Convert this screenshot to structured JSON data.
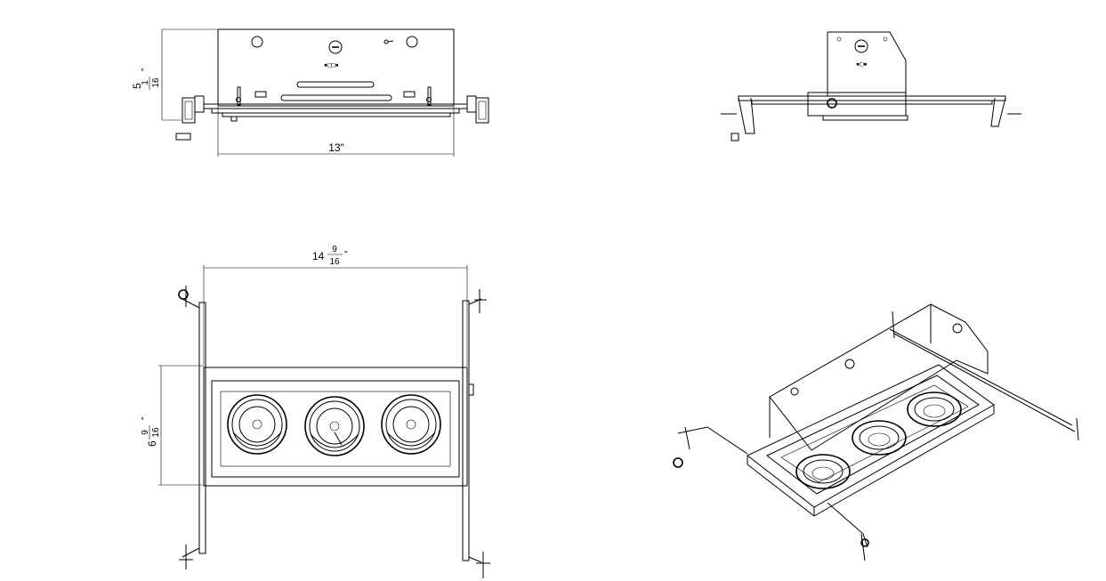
{
  "dimensions": {
    "front_height": {
      "whole": "5",
      "num": "1",
      "den": "16",
      "unit": "\""
    },
    "front_width": {
      "text": "13\""
    },
    "top_width": {
      "whole": "14",
      "num": "9",
      "den": "16",
      "unit": "\""
    },
    "top_height": {
      "whole": "6",
      "num": "9",
      "den": "16",
      "unit": "\""
    }
  }
}
